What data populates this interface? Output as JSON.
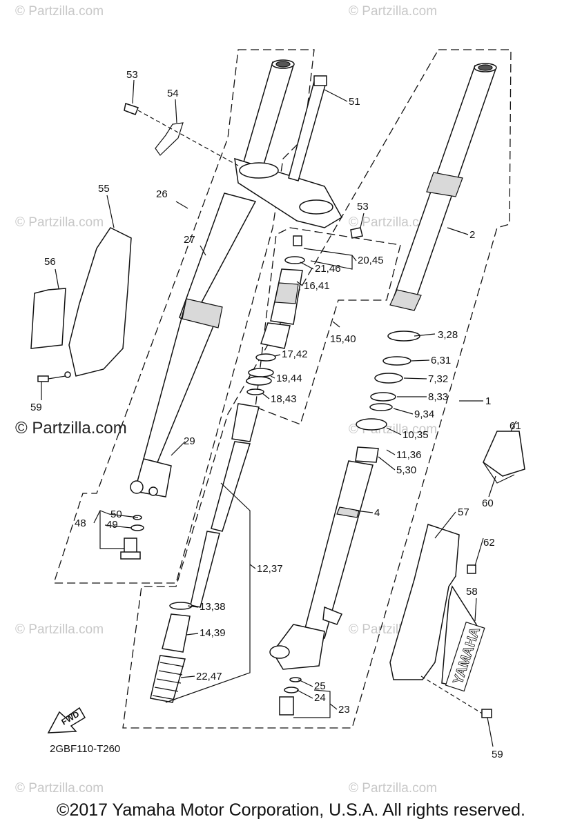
{
  "watermarks": [
    {
      "text": "© Partzilla.com"
    },
    {
      "text": "© Partzilla.com"
    },
    {
      "text": "© Partzilla.com"
    },
    {
      "text": "© Partzilla.com"
    },
    {
      "text": "© Partzilla.com"
    },
    {
      "text": "© Partzilla.com"
    },
    {
      "text": "© Partzilla.com"
    },
    {
      "text": "© Partzilla.com"
    },
    {
      "text": "© Partzilla.com"
    },
    {
      "text": "© Partzilla.com"
    }
  ],
  "callouts": [
    "53",
    "54",
    "51",
    "55",
    "26",
    "53",
    "2",
    "27",
    "20,45",
    "21,46",
    "16,41",
    "56",
    "15,40",
    "3,28",
    "17,42",
    "6,31",
    "19,44",
    "7,32",
    "59",
    "18,43",
    "8,33",
    "1",
    "61",
    "9,34",
    "10,35",
    "29",
    "11,36",
    "5,30",
    "60",
    "50",
    "48",
    "49",
    "4",
    "57",
    "62",
    "12,37",
    "58",
    "13,38",
    "14,39",
    "22,47",
    "25",
    "24",
    "23",
    "59"
  ],
  "diagram_code": "2GBF110-T260",
  "fwd_label": "FWD",
  "brand_decal": "YAMAHA",
  "copyright": "©2017 Yamaha Motor Corporation, U.S.A. All rights reserved."
}
